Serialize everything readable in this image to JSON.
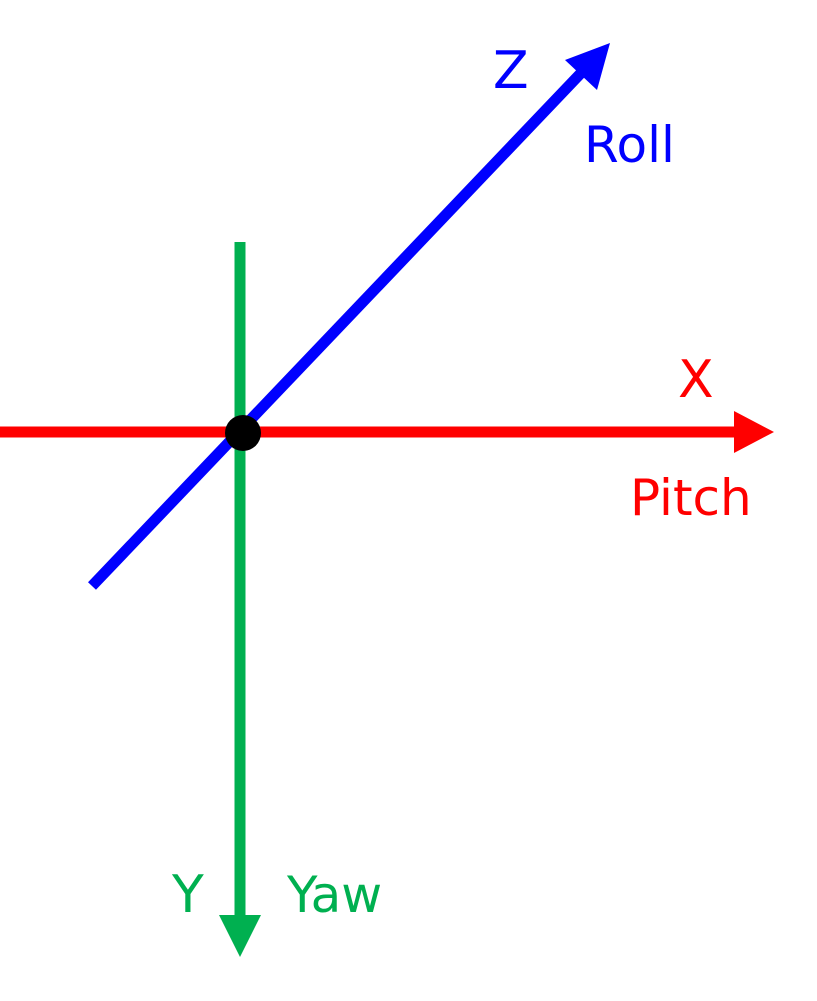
{
  "colors": {
    "x_axis": "#ff0000",
    "y_axis": "#00b050",
    "z_axis": "#0000ff",
    "origin": "#000000",
    "background": "#ffffff"
  },
  "axes": {
    "x": {
      "letter": "X",
      "rotation": "Pitch"
    },
    "y": {
      "letter": "Y",
      "rotation": "Yaw"
    },
    "z": {
      "letter": "Z",
      "rotation": "Roll"
    }
  }
}
